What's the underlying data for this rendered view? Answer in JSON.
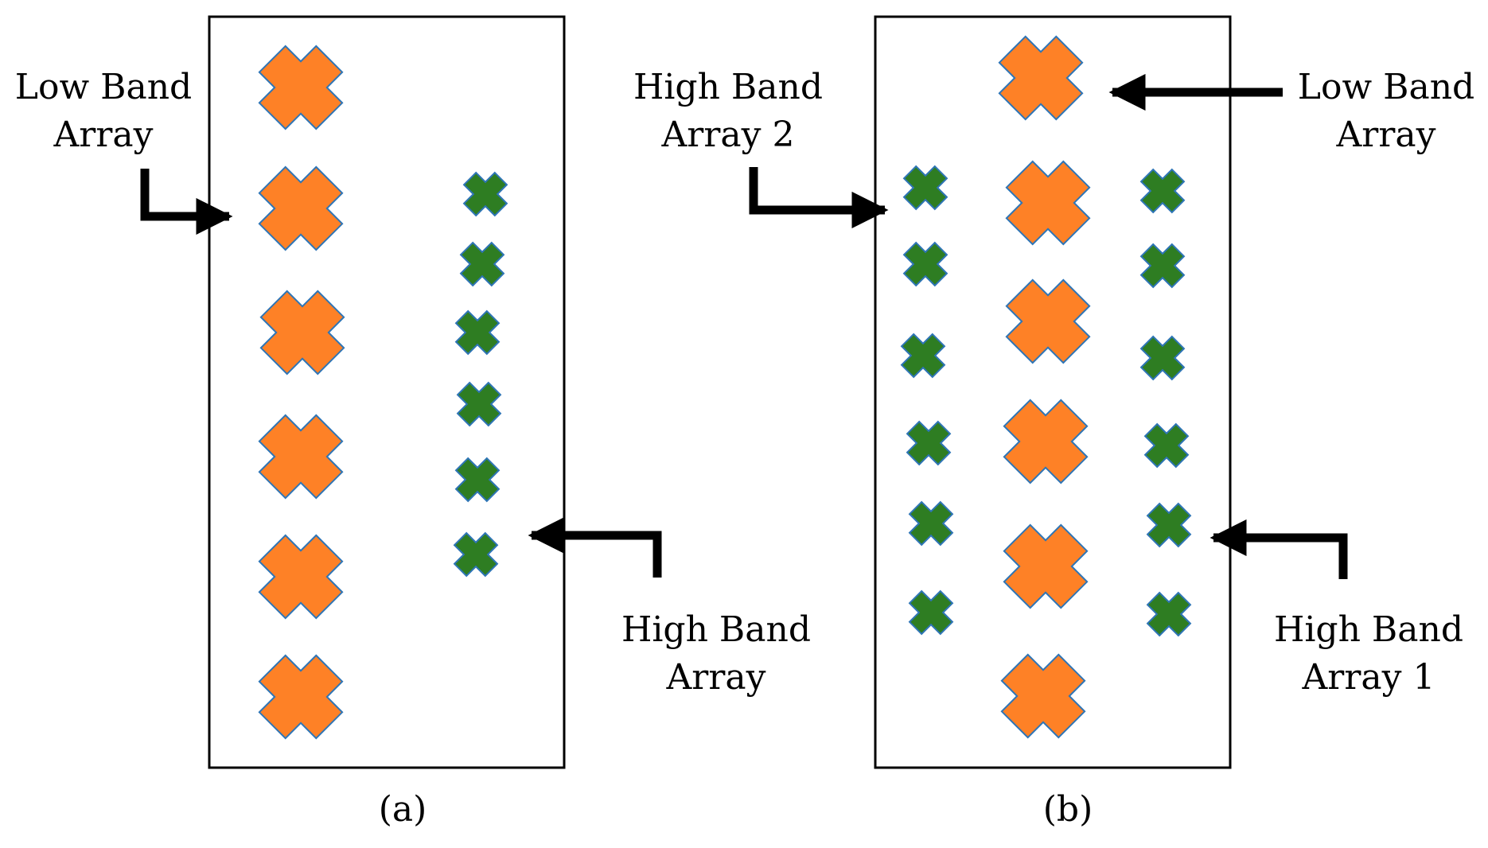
{
  "colors": {
    "low_band": "#FE8126",
    "high_band": "#2E7D22",
    "element_outline": "#2E75B6",
    "frame": "#000000",
    "arrow": "#000000"
  },
  "element_icon": "cross-x",
  "panel_a": {
    "caption": "(a)",
    "low_band_label": [
      "Low Band",
      "Array"
    ],
    "high_band_label": [
      "High Band",
      "Array"
    ],
    "low_band_count": 6,
    "high_band_count": 6
  },
  "panel_b": {
    "caption": "(b)",
    "low_band_label": [
      "Low Band",
      "Array"
    ],
    "high_band_2_label": [
      "High Band",
      "Array 2"
    ],
    "high_band_1_label": [
      "High Band",
      "Array 1"
    ],
    "low_band_count": 6,
    "high_band_1_count": 6,
    "high_band_2_count": 6
  }
}
